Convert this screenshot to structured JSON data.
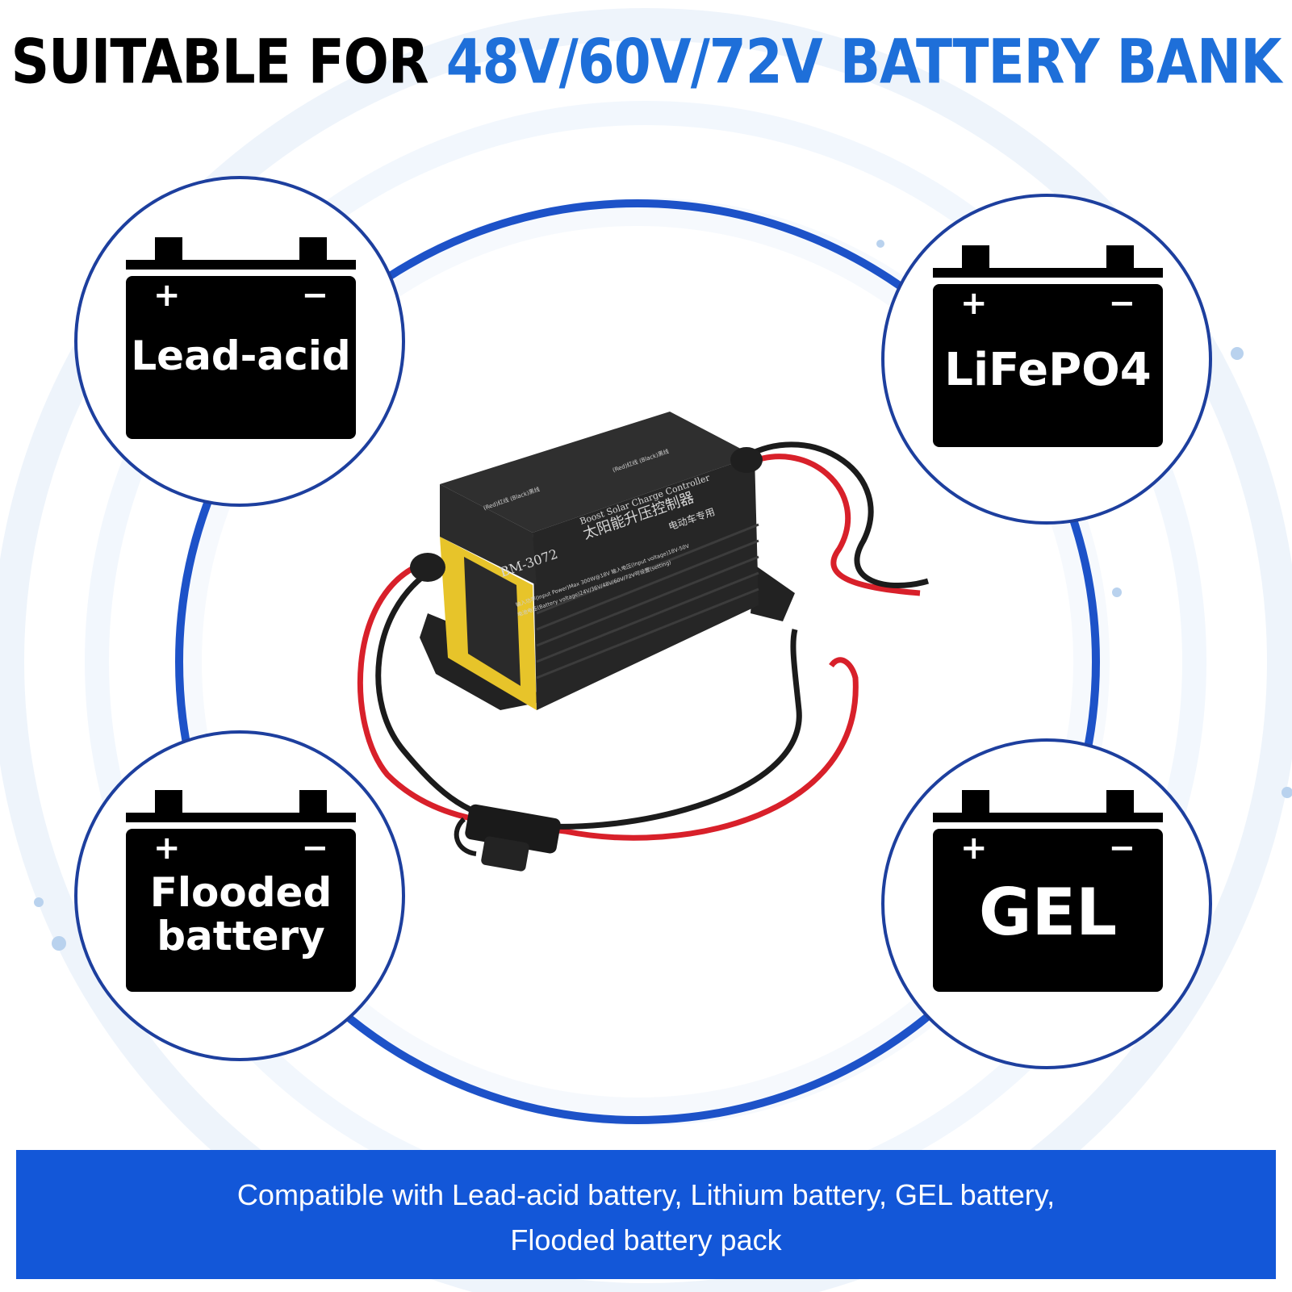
{
  "header": {
    "prefix": "SUITABLE FOR",
    "highlight": "48V/60V/72V BATTERY BANK"
  },
  "batteries": [
    {
      "label": "Lead-acid",
      "plus": "+",
      "minus": "−"
    },
    {
      "label": "LiFePO4",
      "plus": "+",
      "minus": "−"
    },
    {
      "label_line1": "Flooded",
      "label_line2": "battery",
      "plus": "+",
      "minus": "−"
    },
    {
      "label": "GEL",
      "plus": "+",
      "minus": "−"
    }
  ],
  "product": {
    "model": "BM-3072",
    "english_label": "Boost Solar Charge Controller",
    "chinese_label": "太阳能升压控制器",
    "chinese_sub": "电动车专用",
    "spec_line1": "输入功率(Input Power)Max 300W@18V  输入电压(Input voltage)18V-50V",
    "spec_line2": "电池电压(Battery voltage)24V/36V/48V/60V/72V可设置(setting)",
    "terminal_left": "(Red)红线 (Black)黑线",
    "terminal_right": "(Red)红线 (Black)黑线"
  },
  "banner": {
    "line1": "Compatible with Lead-acid battery, Lithium battery, GEL battery,",
    "line2": "Flooded battery pack"
  },
  "colors": {
    "accent_blue": "#1e6fd9",
    "banner_blue": "#1357d8",
    "ring_blue": "#1d3f9e"
  }
}
